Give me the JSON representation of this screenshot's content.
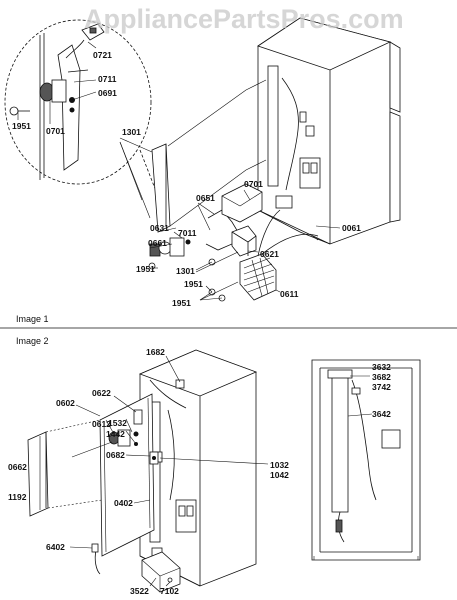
{
  "watermark": "AppliancePartsPros.com",
  "sections": {
    "image1": "Image 1",
    "image2": "Image 2"
  },
  "labels1": {
    "p0721": "0721",
    "p0711": "0711",
    "p0691": "0691",
    "p1951a": "1951",
    "p0701a": "0701",
    "p1301a": "1301",
    "p0701b": "0701",
    "p0651": "0651",
    "p0061": "0061",
    "p0631": "0631",
    "p7011": "7011",
    "p0661": "0661",
    "p0621": "0621",
    "p1951b": "1951",
    "p1301b": "1301",
    "p1951c": "1951",
    "p0611": "0611",
    "p1951d": "1951"
  },
  "labels2": {
    "p1682": "1682",
    "p0602": "0602",
    "p0622": "0622",
    "p0612": "0612",
    "p1532": "1532",
    "p1442": "1442",
    "p0662": "0662",
    "p0682": "0682",
    "p1032": "1032",
    "p1042": "1042",
    "p1192": "1192",
    "p0402": "0402",
    "p6402": "6402",
    "p3522": "3522",
    "p7102": "7102",
    "p3632": "3632",
    "p3682": "3682",
    "p3742": "3742",
    "p3642": "3642"
  }
}
